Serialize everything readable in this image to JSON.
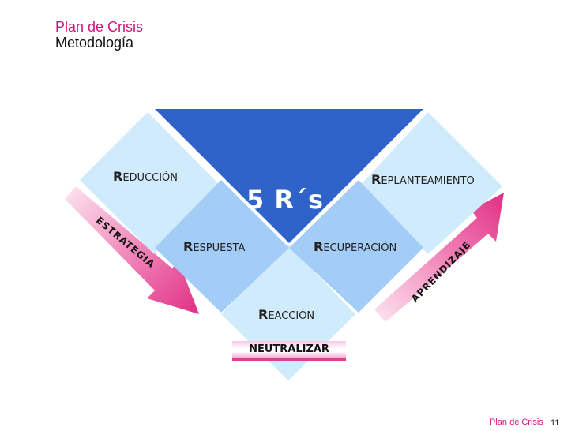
{
  "header": {
    "title": "Plan de Crisis",
    "subtitle": "Metodología"
  },
  "diagram": {
    "center_label": "5 R´s",
    "items": [
      {
        "cap": "R",
        "rest": "EDUCCIÓN"
      },
      {
        "cap": "R",
        "rest": "EPLANTEAMIENTO"
      },
      {
        "cap": "R",
        "rest": "ESPUESTA"
      },
      {
        "cap": "R",
        "rest": "ECUPERACIÓN"
      },
      {
        "cap": "R",
        "rest": "EACCIÓN"
      }
    ],
    "badge": "NEUTRALIZAR",
    "left_arrow": "ESTRATEGIA",
    "right_arrow": "APRENDIZAJE"
  },
  "colors": {
    "accent": "#d4147a",
    "center_blue": "#2f63c9",
    "light_blue": "#d0ebfb",
    "mid_blue": "#a3ccf7",
    "arrow_pink": "#e5368a"
  },
  "footer": {
    "label": "Plan de Crisis",
    "page": "11"
  }
}
